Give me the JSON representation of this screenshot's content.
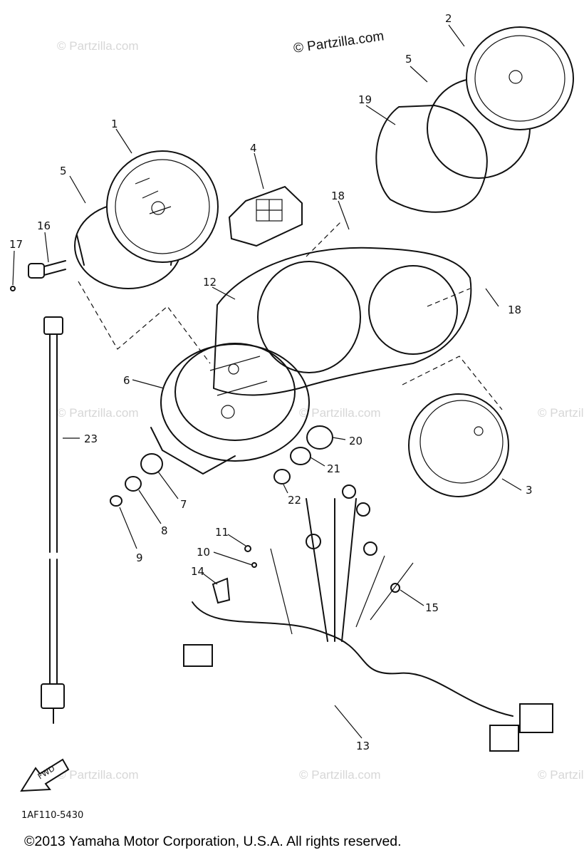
{
  "diagram": {
    "callouts": [
      "1",
      "2",
      "3",
      "4",
      "5",
      "5",
      "6",
      "7",
      "8",
      "9",
      "10",
      "11",
      "12",
      "13",
      "14",
      "15",
      "16",
      "17",
      "18",
      "18",
      "19",
      "20",
      "21",
      "22",
      "23"
    ],
    "diagram_code": "1AF110-5430",
    "fwd_label": "FWD",
    "watermark_top": "© Partzilla.com",
    "watermark": "© Partzilla.com",
    "copyright": "©2013 Yamaha Motor Corporation, U.S.A. All rights reserved."
  }
}
